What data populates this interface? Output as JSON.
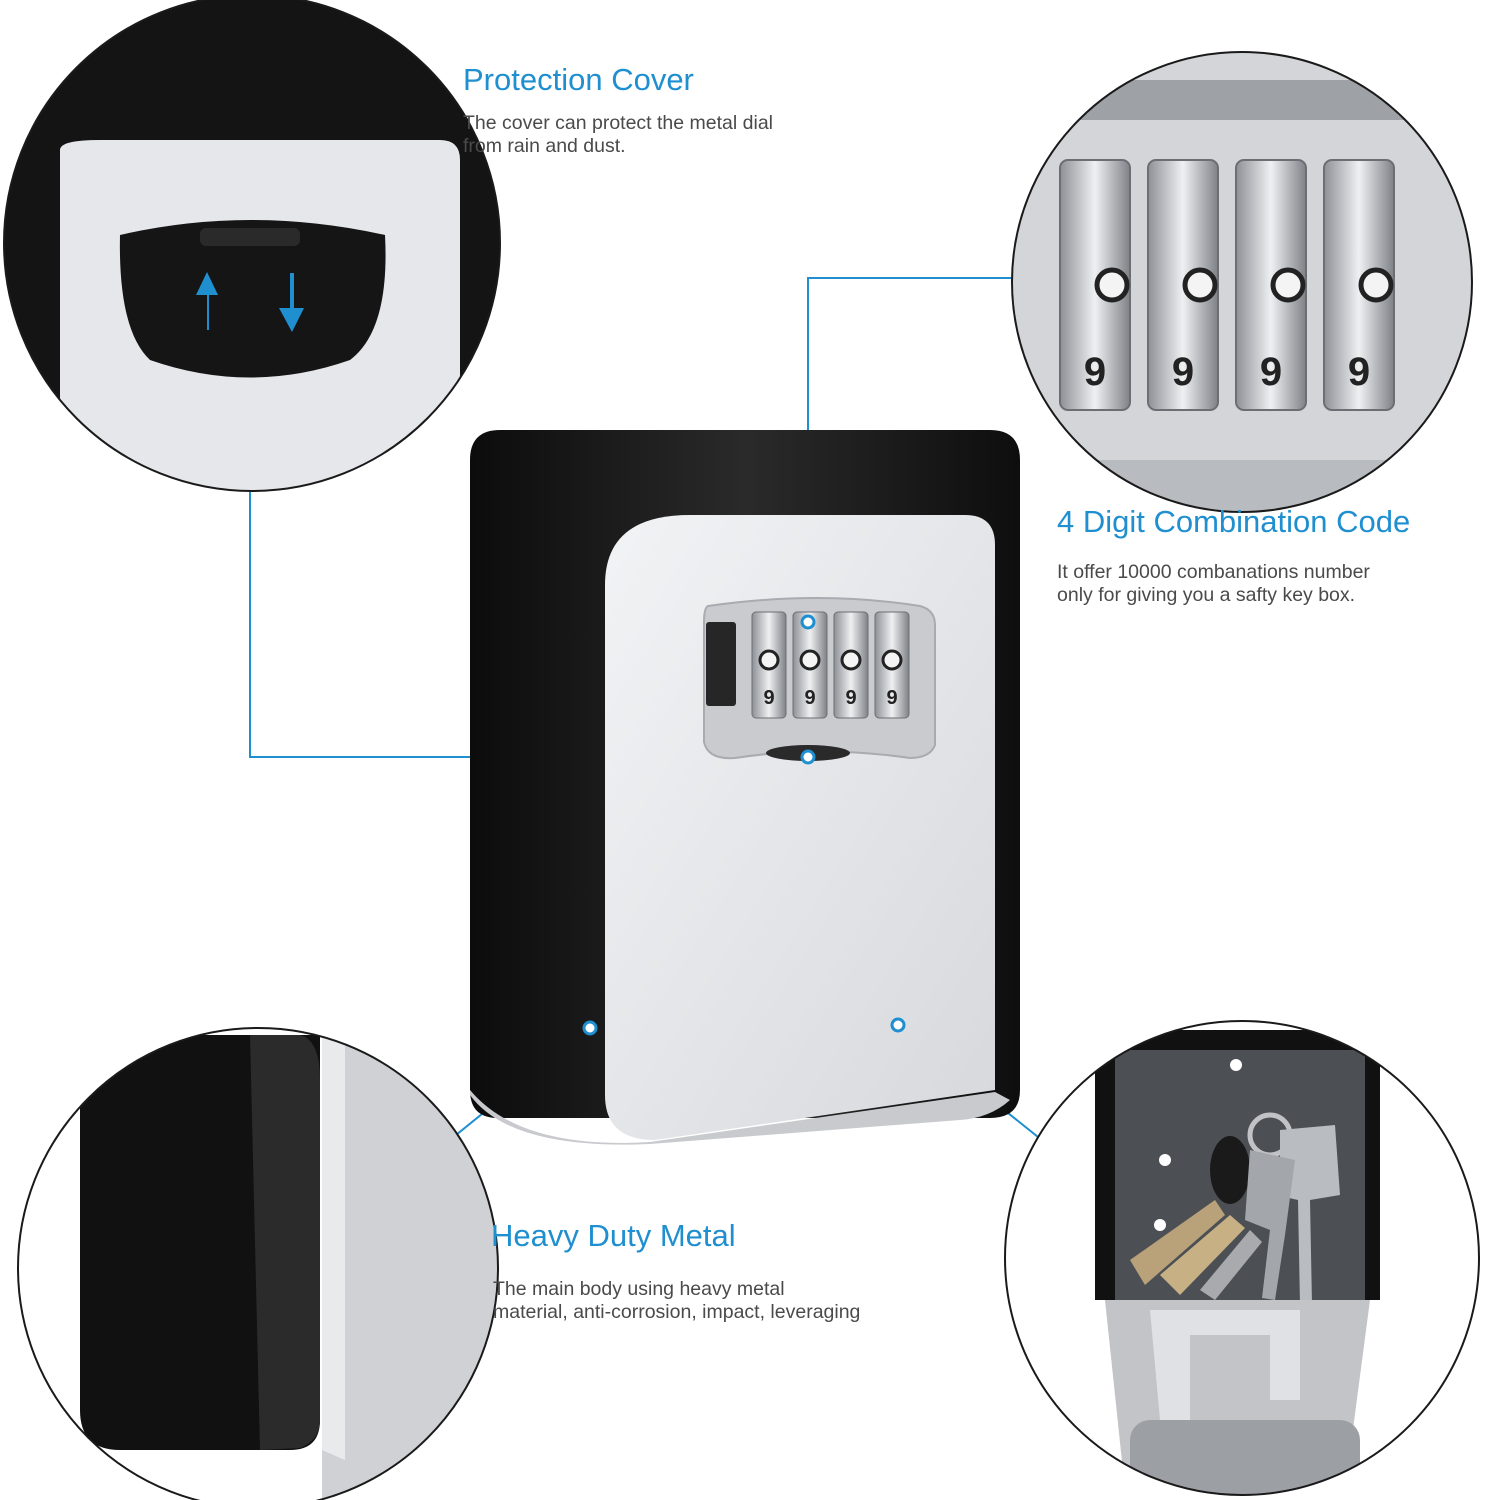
{
  "callouts": {
    "protection": {
      "title": "Protection Cover",
      "lines": [
        "The cover can protect the metal dial",
        "from rain and dust."
      ]
    },
    "combination": {
      "title": "4 Digit Combination Code",
      "lines": [
        "It offer 10000 combanations number",
        "only for giving you a safty key box."
      ]
    },
    "metal": {
      "title": "Heavy Duty Metal",
      "lines": [
        "The main body using heavy metal",
        "material, anti-corrosion, impact, leveraging"
      ]
    }
  },
  "dials": {
    "digits_top": [
      "0",
      "0",
      "0",
      "0"
    ],
    "digits_bottom": [
      "9",
      "9",
      "9",
      "9"
    ],
    "count": 4
  },
  "colors": {
    "accent": "#1f8fd0",
    "body_black": "#1a1a1a",
    "face_silver": "#e3e5e8"
  },
  "icons": [
    "up-arrow-icon",
    "down-arrow-icon"
  ]
}
